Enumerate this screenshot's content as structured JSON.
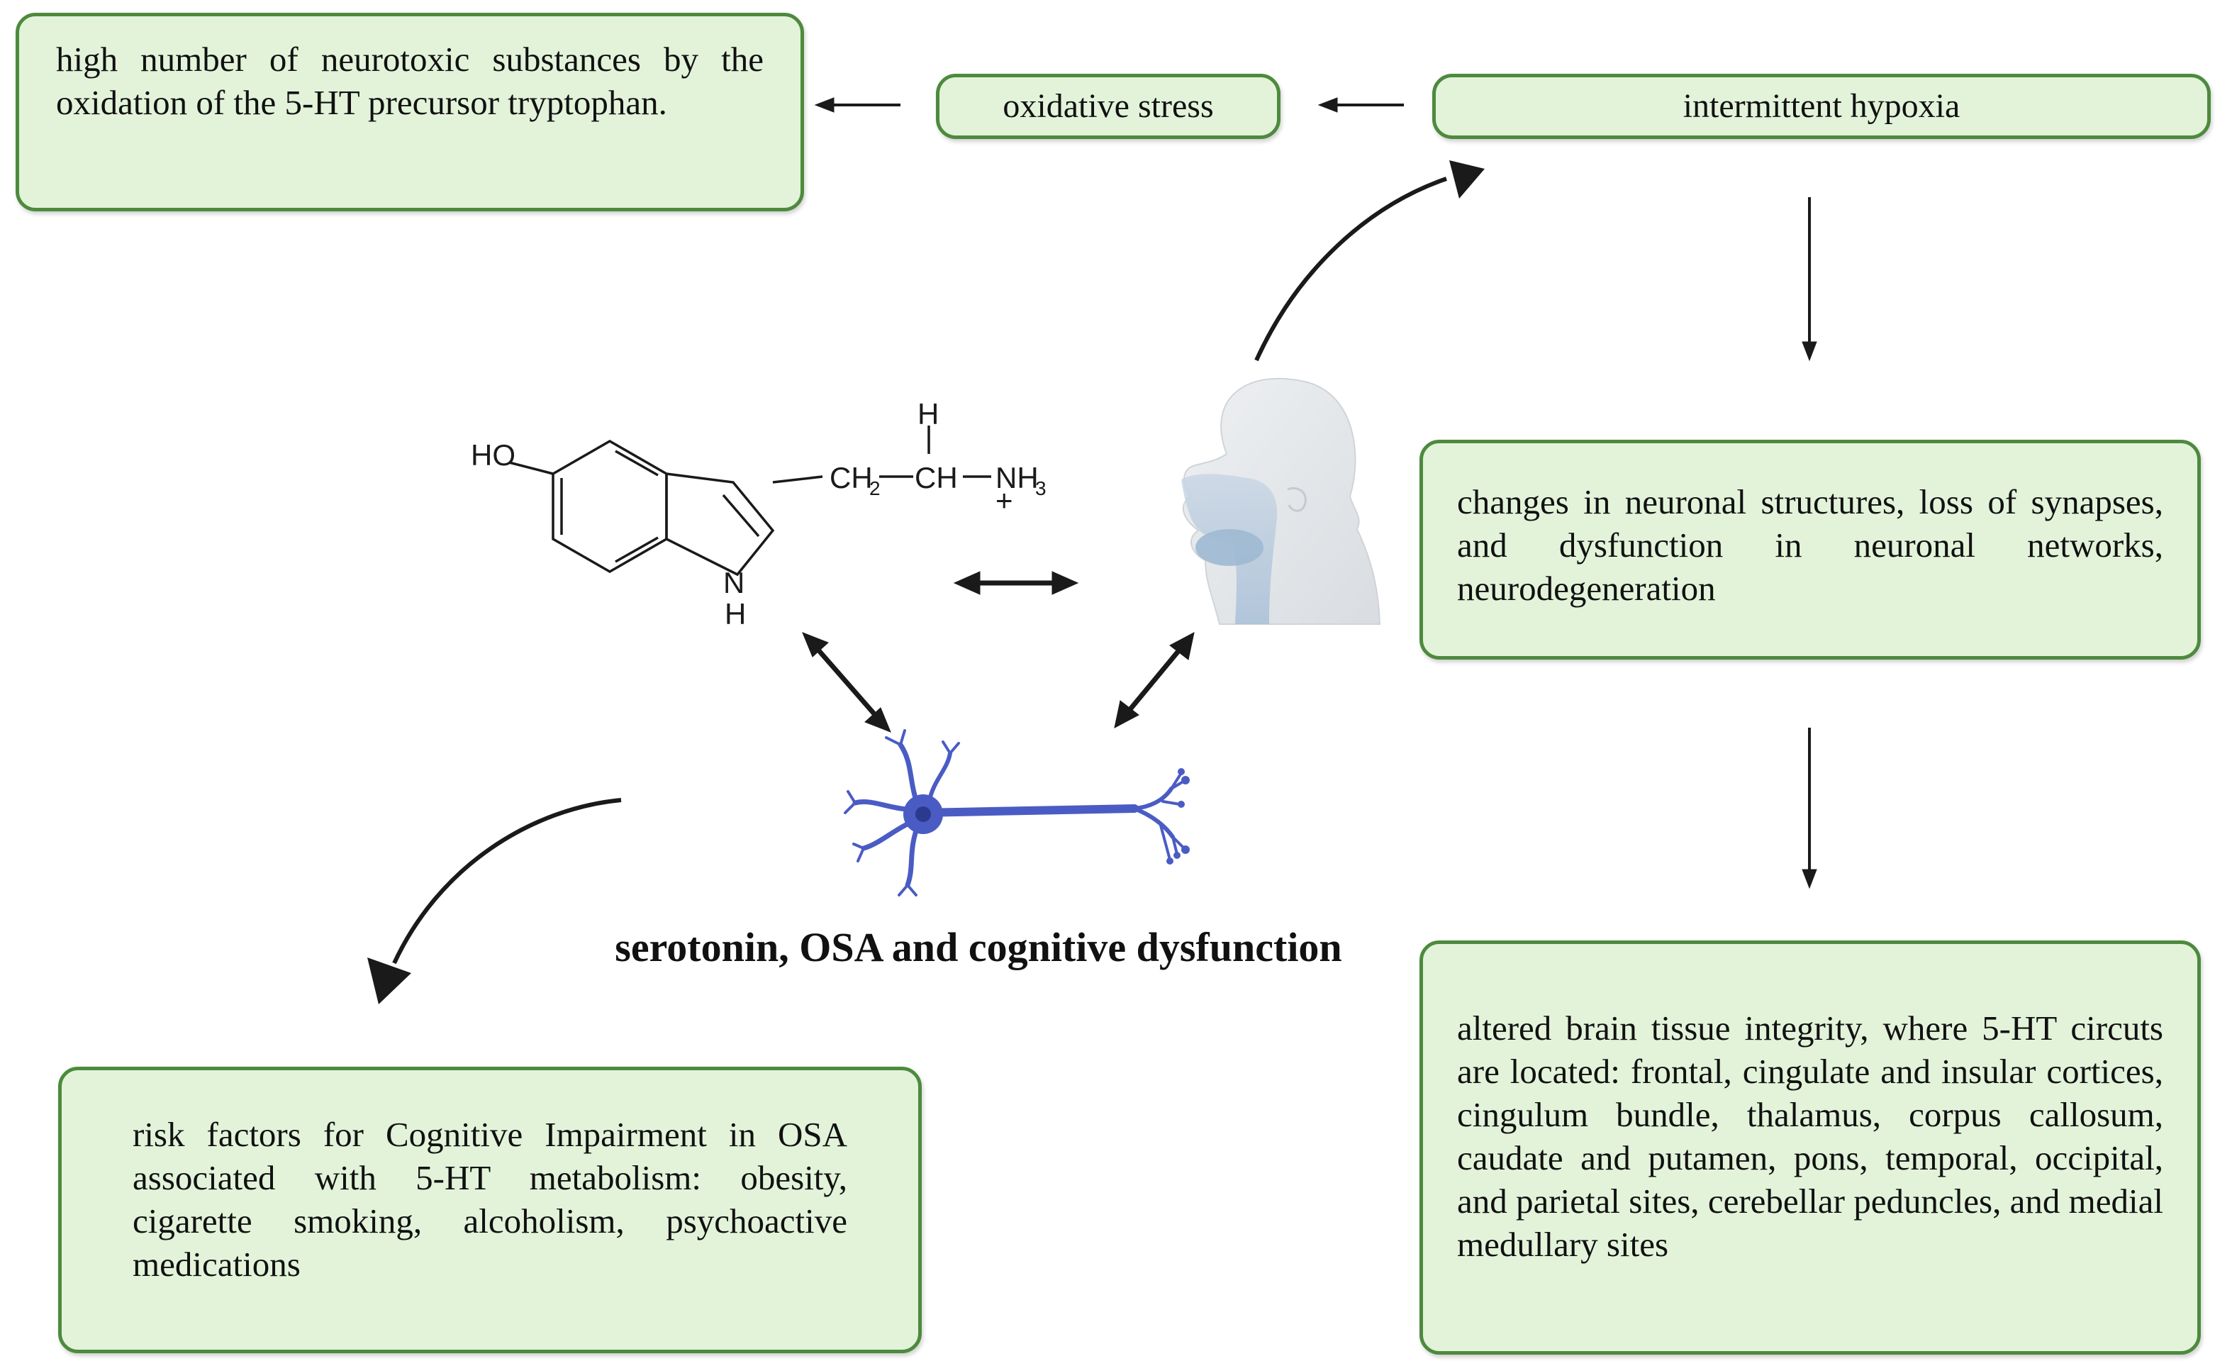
{
  "boxes": {
    "neurotoxic": "high number of neurotoxic substances by the oxidation of the 5-HT precursor tryptophan.",
    "oxidative_stress": "oxidative stress",
    "intermittent_hypoxia": "intermittent hypoxia",
    "neuronal_changes": "changes in neuronal structures, loss of synapses, and dysfunction in neuronal networks, neurodegeneration",
    "brain_tissue": "altered brain tissue integrity, where 5-HT circuts are located: frontal, cingulate and insular cortices, cingulum bundle, thalamus, corpus callosum, caudate and putamen, pons, temporal, occipital, and parietal sites, cerebellar peduncles, and medial medullary sites",
    "risk_factors": "risk factors for Cognitive Impairment in OSA associated with 5-HT metabolism: obesity, cigarette smoking, alcoholism, psychoactive medications"
  },
  "title": "serotonin, OSA and cognitive dysfunction",
  "molecule": {
    "ho": "HO",
    "h_top": "H",
    "ch2": "CH",
    "ch2_sub": "2",
    "ch": "CH",
    "nh3": "NH",
    "nh3_sub": "3",
    "charge": "+",
    "n": "N",
    "h_bottom": "H"
  },
  "colors": {
    "box_fill": "#e2f3da",
    "box_border": "#4d8a3d",
    "neuron": "#4a5cc4",
    "arrow": "#1a1a1a"
  }
}
